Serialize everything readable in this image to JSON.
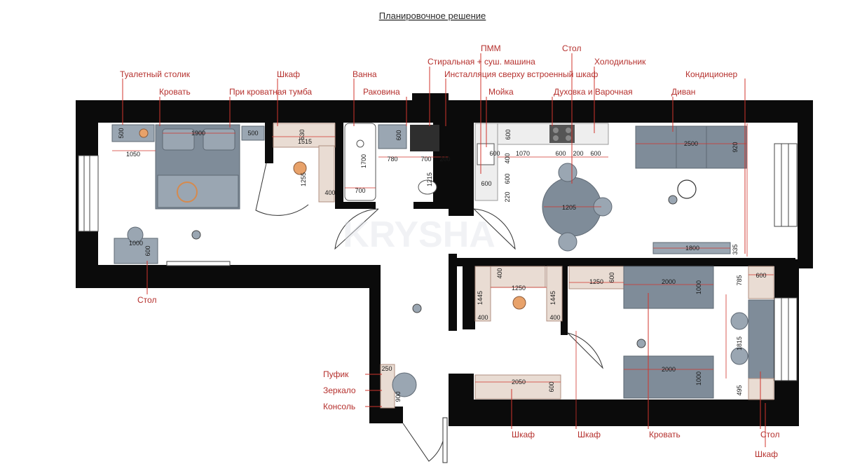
{
  "title": "Планировочное решение",
  "colors": {
    "wall": "#0b0b0b",
    "label": "#b5302d",
    "leader": "#d0342c",
    "furniture": "#7f8c99",
    "wood": "#e9dcd3",
    "lamp": "#e8a26a"
  },
  "labels": {
    "dressing_table": "Туалетный столик",
    "bed_top": "Кровать",
    "wardrobe_top": "Шкаф",
    "nightstand": "При кроватная тумба",
    "bathtub": "Ванна",
    "sink": "Раковина",
    "dishwasher": "ПММ",
    "washer": "Стиральная + суш. машина",
    "installation": "Инсталляция сверху встроенный шкаф",
    "kitchen_sink": "Мойка",
    "table_top": "Стол",
    "fridge": "Холодильник",
    "oven": "Духовка  и Варочная",
    "ac": "Кондиционер",
    "sofa": "Диван",
    "table_left": "Стол",
    "pouf": "Пуфик",
    "mirror": "Зеркало",
    "console": "Консоль",
    "wardrobe_b1": "Шкаф",
    "wardrobe_b2": "Шкаф",
    "bed_bottom": "Кровать",
    "table_right": "Стол",
    "wardrobe_right": "Шкаф"
  },
  "dimensions": {
    "d1": "1900",
    "d2": "500",
    "d3": "500",
    "d4": "1050",
    "d5": "1000",
    "d6": "600",
    "d7": "1515",
    "d8": "530",
    "d9": "1255",
    "d10": "400",
    "d11": "700",
    "d12": "1700",
    "d13": "780",
    "d14": "700",
    "d15": "200",
    "d16": "600",
    "d17": "1215",
    "d18": "600",
    "d19": "600",
    "d20": "1070",
    "d21": "600",
    "d22": "200",
    "d23": "600",
    "d24": "400",
    "d25": "600",
    "d26": "220",
    "d27": "600",
    "d28": "1205",
    "d29": "2500",
    "d30": "920",
    "d31": "1800",
    "d32": "335",
    "d33": "400",
    "d34": "1250",
    "d35": "1445",
    "d36": "1445",
    "d37": "400",
    "d38": "400",
    "d39": "1250",
    "d40": "600",
    "d41": "2000",
    "d42": "1000",
    "d43": "785",
    "d44": "600",
    "d45": "1815",
    "d46": "2000",
    "d47": "1000",
    "d48": "495",
    "d49": "2050",
    "d50": "600",
    "d51": "250",
    "d52": "900"
  },
  "watermark": "KRYSHA"
}
